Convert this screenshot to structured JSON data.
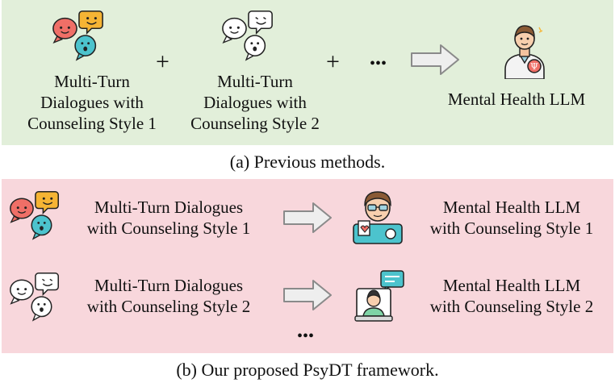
{
  "panel_a": {
    "input1": "Multi-Turn\nDialogues with\nCounseling Style 1",
    "plus1": "+",
    "input2": "Multi-Turn\nDialogues with\nCounseling Style 2",
    "plus2": "+",
    "ellipsis": "•••",
    "output": "Mental Health LLM",
    "caption": "(a) Previous methods."
  },
  "panel_b": {
    "row1_input": "Multi-Turn Dialogues\nwith Counseling Style 1",
    "row1_output": "Mental Health LLM\nwith Counseling Style 1",
    "row2_input": "Multi-Turn Dialogues\nwith Counseling Style 2",
    "row2_output": "Mental Health LLM\nwith Counseling Style 2",
    "ellipsis": "•••",
    "caption": "(b) Our proposed PsyDT framework."
  },
  "colors": {
    "panel_a_bg": "#e2efda",
    "panel_b_bg": "#f8d7dc",
    "arrow_fill": "#eeeeee",
    "arrow_stroke": "#8a8a8a"
  },
  "icons": {
    "colored_bubbles": "colored-speech-bubbles-icon",
    "outline_bubbles": "outline-speech-bubbles-icon",
    "counselor": "psychologist-icon",
    "counselor_glasses": "counselor-with-glasses-icon",
    "online_counselor": "online-counselor-icon",
    "arrow": "right-arrow-icon"
  }
}
